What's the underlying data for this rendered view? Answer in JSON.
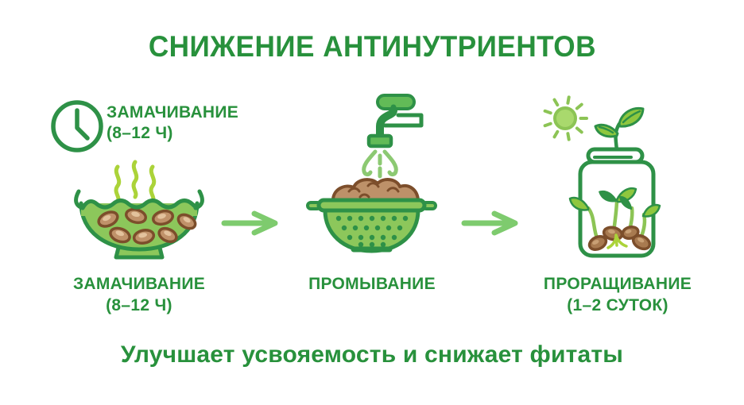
{
  "colors": {
    "background": "#ffffff",
    "text_green": "#28913c",
    "stroke_dark": "#2e9147",
    "fill_green": "#8cc75b",
    "fill_green_dark": "#62bb57",
    "arrow_green": "#7ecb6e",
    "water_green": "#8cc972",
    "steam_green": "#abd339",
    "sun_green": "#8cc455",
    "sun_fill": "#a9d96d",
    "leaf_yellow": "#8fc73e",
    "leaf_dark": "#2f9147",
    "bean_fill": "#c0926a",
    "bean_stroke": "#7c4e2b",
    "bean_highlight": "#e3c29d",
    "heap_fill": "#bd9169",
    "seed_fill": "#a87a50",
    "seed_highlight": "#c9a075"
  },
  "title": "СНИЖЕНИЕ АНТИНУТРИЕНТОВ",
  "clock_note": {
    "line1": "ЗАМАЧИВАНИЕ",
    "line2": "(8–12 Ч)"
  },
  "icons": {
    "clock": "clock-icon",
    "step1": "steaming-bowl-of-beans-icon",
    "step2": "faucet-rinsing-colander-icon",
    "step3": "sun-and-sprouting-jar-icon",
    "arrow": "right-arrow-icon"
  },
  "steps": [
    {
      "label_line1": "ЗАМАЧИВАНИЕ",
      "label_line2": "(8–12 Ч)"
    },
    {
      "label_line1": "ПРОМЫВАНИЕ",
      "label_line2": ""
    },
    {
      "label_line1": "ПРОРАЩИВАНИЕ",
      "label_line2": "(1–2 СУТОК)"
    }
  ],
  "footer": "Улучшает усвояемость и снижает фитаты"
}
